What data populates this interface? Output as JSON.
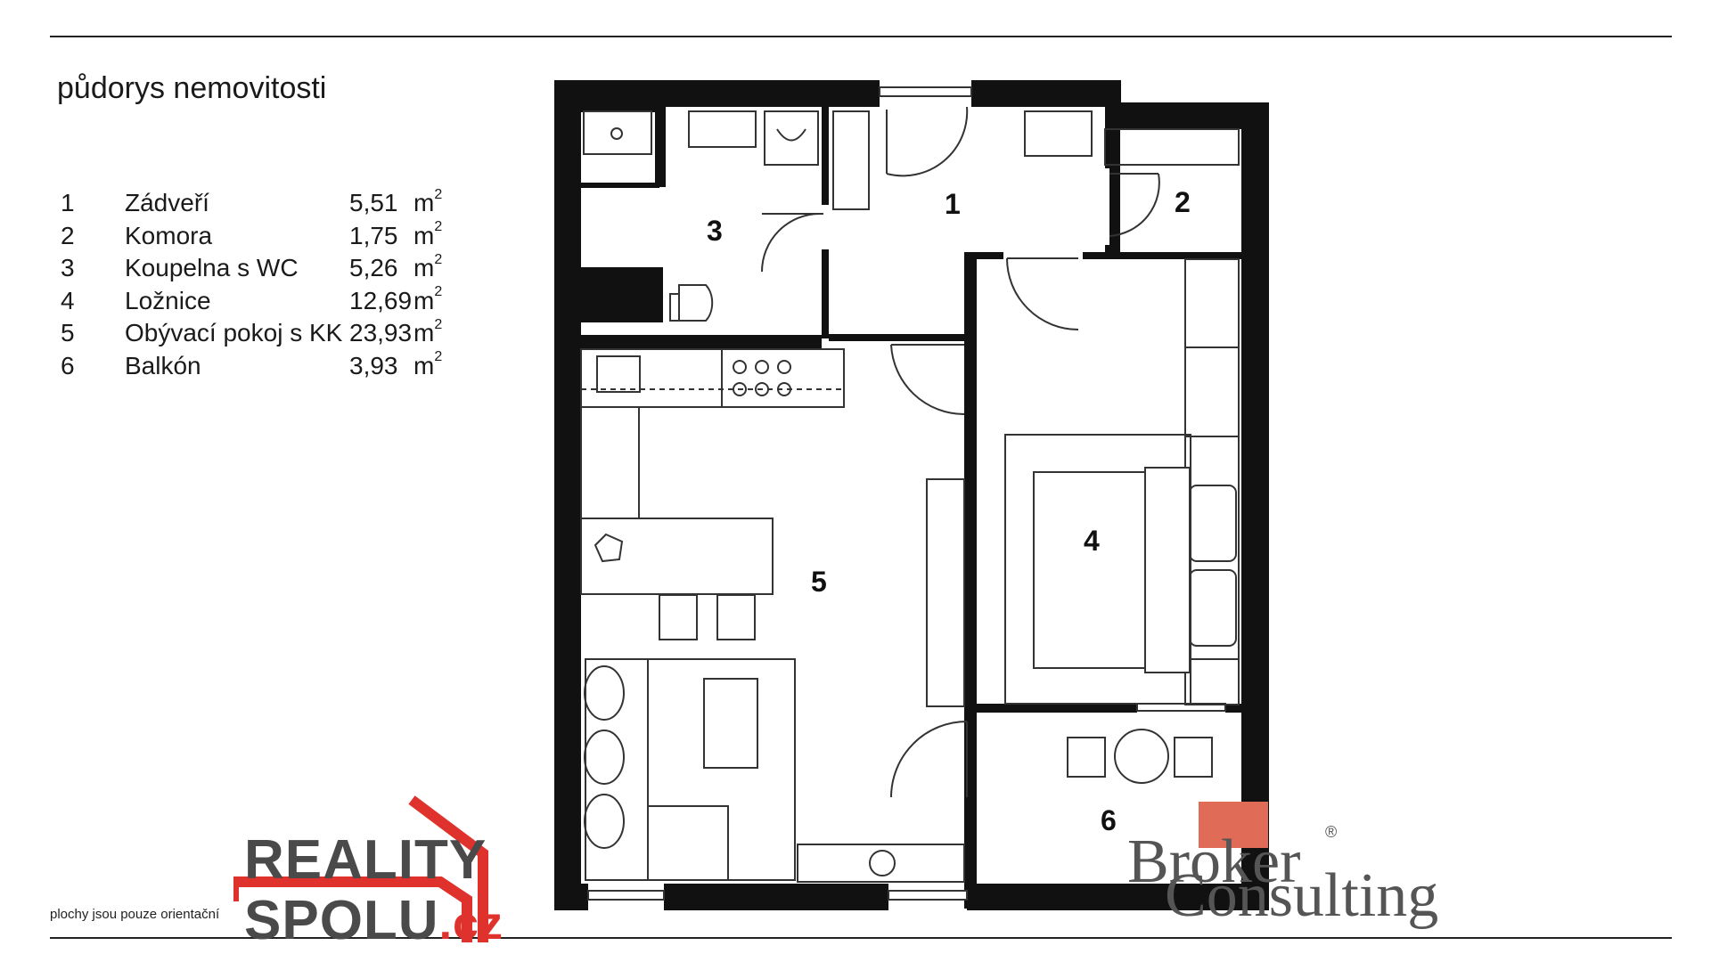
{
  "header": {
    "title": "půdorys nemovitosti"
  },
  "rooms": [
    {
      "num": "1",
      "name": "Zádveří",
      "area": "5,51",
      "unit": "m",
      "sup": "2"
    },
    {
      "num": "2",
      "name": "Komora",
      "area": "1,75",
      "unit": "m",
      "sup": "2"
    },
    {
      "num": "3",
      "name": "Koupelna s WC",
      "area": "5,26",
      "unit": "m",
      "sup": "2"
    },
    {
      "num": "4",
      "name": "Ložnice",
      "area": "12,69",
      "unit": "m",
      "sup": "2"
    },
    {
      "num": "5",
      "name": "Obývací pokoj s KK",
      "area": "23,93",
      "unit": "m",
      "sup": "2"
    },
    {
      "num": "6",
      "name": "Balkón",
      "area": "3,93",
      "unit": "m",
      "sup": "2"
    }
  ],
  "plan_labels": {
    "r1": "1",
    "r2": "2",
    "r3": "3",
    "r4": "4",
    "r5": "5",
    "r6": "6"
  },
  "footer": {
    "note": "plochy jsou pouze orientační"
  },
  "logo_reality": {
    "line1": "REALITY",
    "line2": "SPOLU",
    "tld": ".cz",
    "accent": "#e0322d",
    "text_color": "#4a4a4a"
  },
  "logo_broker": {
    "line1": "Broker",
    "line2": "Consulting",
    "reg": "®",
    "accent": "#e06b56"
  }
}
